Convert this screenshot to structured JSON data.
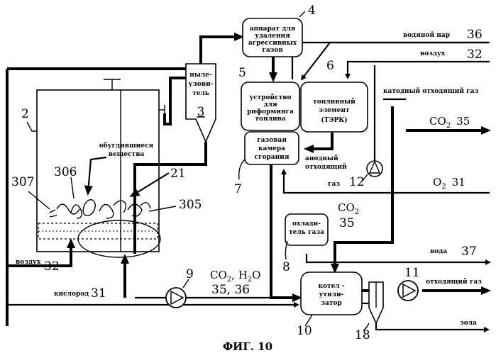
{
  "figure_caption": "ФИГ. 10",
  "components": {
    "vessel_2": "2",
    "dust_collector": {
      "line1": "пыле-",
      "line2": "улови-",
      "line3": "тель",
      "number": "3"
    },
    "aggressive_gas_apparatus": {
      "line1": "аппарат для",
      "line2": "удаления",
      "line3": "агрессивных",
      "line4": "газов",
      "number": "4"
    },
    "fuel_reformer": {
      "line1": "устройство",
      "line2": "для",
      "line3": "риформинга",
      "line4": "топлива",
      "number": "5"
    },
    "fuel_cell": {
      "line1": "топливный",
      "line2": "элемент",
      "line3": "(ТЭРК)",
      "number": "6"
    },
    "combustion_chamber": {
      "line1": "газовая",
      "line2": "камера",
      "line3": "сгорания",
      "number": "7"
    },
    "gas_cooler": {
      "line1": "охлади-",
      "line2": "тель газа",
      "number": "8"
    },
    "boiler": {
      "line1": "котел -",
      "line2": "утили-",
      "line3": "затор",
      "number": "10"
    }
  },
  "numbers": {
    "n9": "9",
    "n11": "11",
    "n12": "12",
    "n18": "18",
    "n21": "21",
    "n305": "305",
    "n306": "306",
    "n307": "307"
  },
  "labels": {
    "adhered_substances_1": "обугдившиеся",
    "adhered_substances_2": "вещества",
    "water_vapor": "водяной пар",
    "water_vapor_num": "36",
    "air_right": "воздух",
    "air_right_num": "32",
    "cathode_exhaust": "катодный отходящий газ",
    "co2_out": "CO",
    "co2_sub": "2",
    "co2_out_num": "35",
    "anode_exhaust_1": "анодный",
    "anode_exhaust_2": "отходящий",
    "anode_exhaust_3": "газ",
    "o2_out": "O",
    "o2_sub": "2",
    "o2_out_num": "31",
    "co2_mid": "CO",
    "co2_mid_sub": "2",
    "co2_mid_num": "35",
    "water_out": "вода",
    "water_out_num": "37",
    "exhaust_gas": "отходящий газ",
    "ash": "зола",
    "air_left": "воздух",
    "air_left_num": "32",
    "oxygen_left": "кислород",
    "oxygen_left_num": "31",
    "co2_h2o": "CO",
    "co2_h2o_sub": "2",
    "co2_h2o_rest": ", H",
    "co2_h2o_sub2": "2",
    "co2_h2o_o": "O",
    "co2_h2o_nums": "35, 36"
  }
}
